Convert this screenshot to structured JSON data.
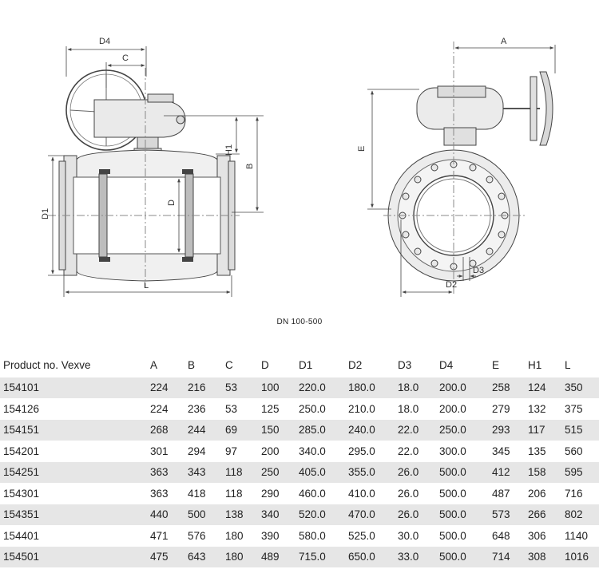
{
  "drawing": {
    "labels": {
      "d4": "D4",
      "c": "C",
      "a": "A",
      "e": "E",
      "h1": "H1",
      "b": "B",
      "d1": "D1",
      "d": "D",
      "l": "L",
      "d2": "D2",
      "d3": "D3"
    },
    "caption": "DN 100-500"
  },
  "table": {
    "headers": [
      "Product no. Vexve",
      "A",
      "B",
      "C",
      "D",
      "D1",
      "D2",
      "D3",
      "D4",
      "E",
      "H1",
      "L"
    ],
    "rows": [
      [
        "154101",
        "224",
        "216",
        "53",
        "100",
        "220.0",
        "180.0",
        "18.0",
        "200.0",
        "258",
        "124",
        "350"
      ],
      [
        "154126",
        "224",
        "236",
        "53",
        "125",
        "250.0",
        "210.0",
        "18.0",
        "200.0",
        "279",
        "132",
        "375"
      ],
      [
        "154151",
        "268",
        "244",
        "69",
        "150",
        "285.0",
        "240.0",
        "22.0",
        "250.0",
        "293",
        "117",
        "515"
      ],
      [
        "154201",
        "301",
        "294",
        "97",
        "200",
        "340.0",
        "295.0",
        "22.0",
        "300.0",
        "345",
        "135",
        "560"
      ],
      [
        "154251",
        "363",
        "343",
        "118",
        "250",
        "405.0",
        "355.0",
        "26.0",
        "500.0",
        "412",
        "158",
        "595"
      ],
      [
        "154301",
        "363",
        "418",
        "118",
        "290",
        "460.0",
        "410.0",
        "26.0",
        "500.0",
        "487",
        "206",
        "716"
      ],
      [
        "154351",
        "440",
        "500",
        "138",
        "340",
        "520.0",
        "470.0",
        "26.0",
        "500.0",
        "573",
        "266",
        "802"
      ],
      [
        "154401",
        "471",
        "576",
        "180",
        "390",
        "580.0",
        "525.0",
        "30.0",
        "500.0",
        "648",
        "306",
        "1140"
      ],
      [
        "154501",
        "475",
        "643",
        "180",
        "489",
        "715.0",
        "650.0",
        "33.0",
        "500.0",
        "714",
        "308",
        "1016"
      ]
    ]
  }
}
